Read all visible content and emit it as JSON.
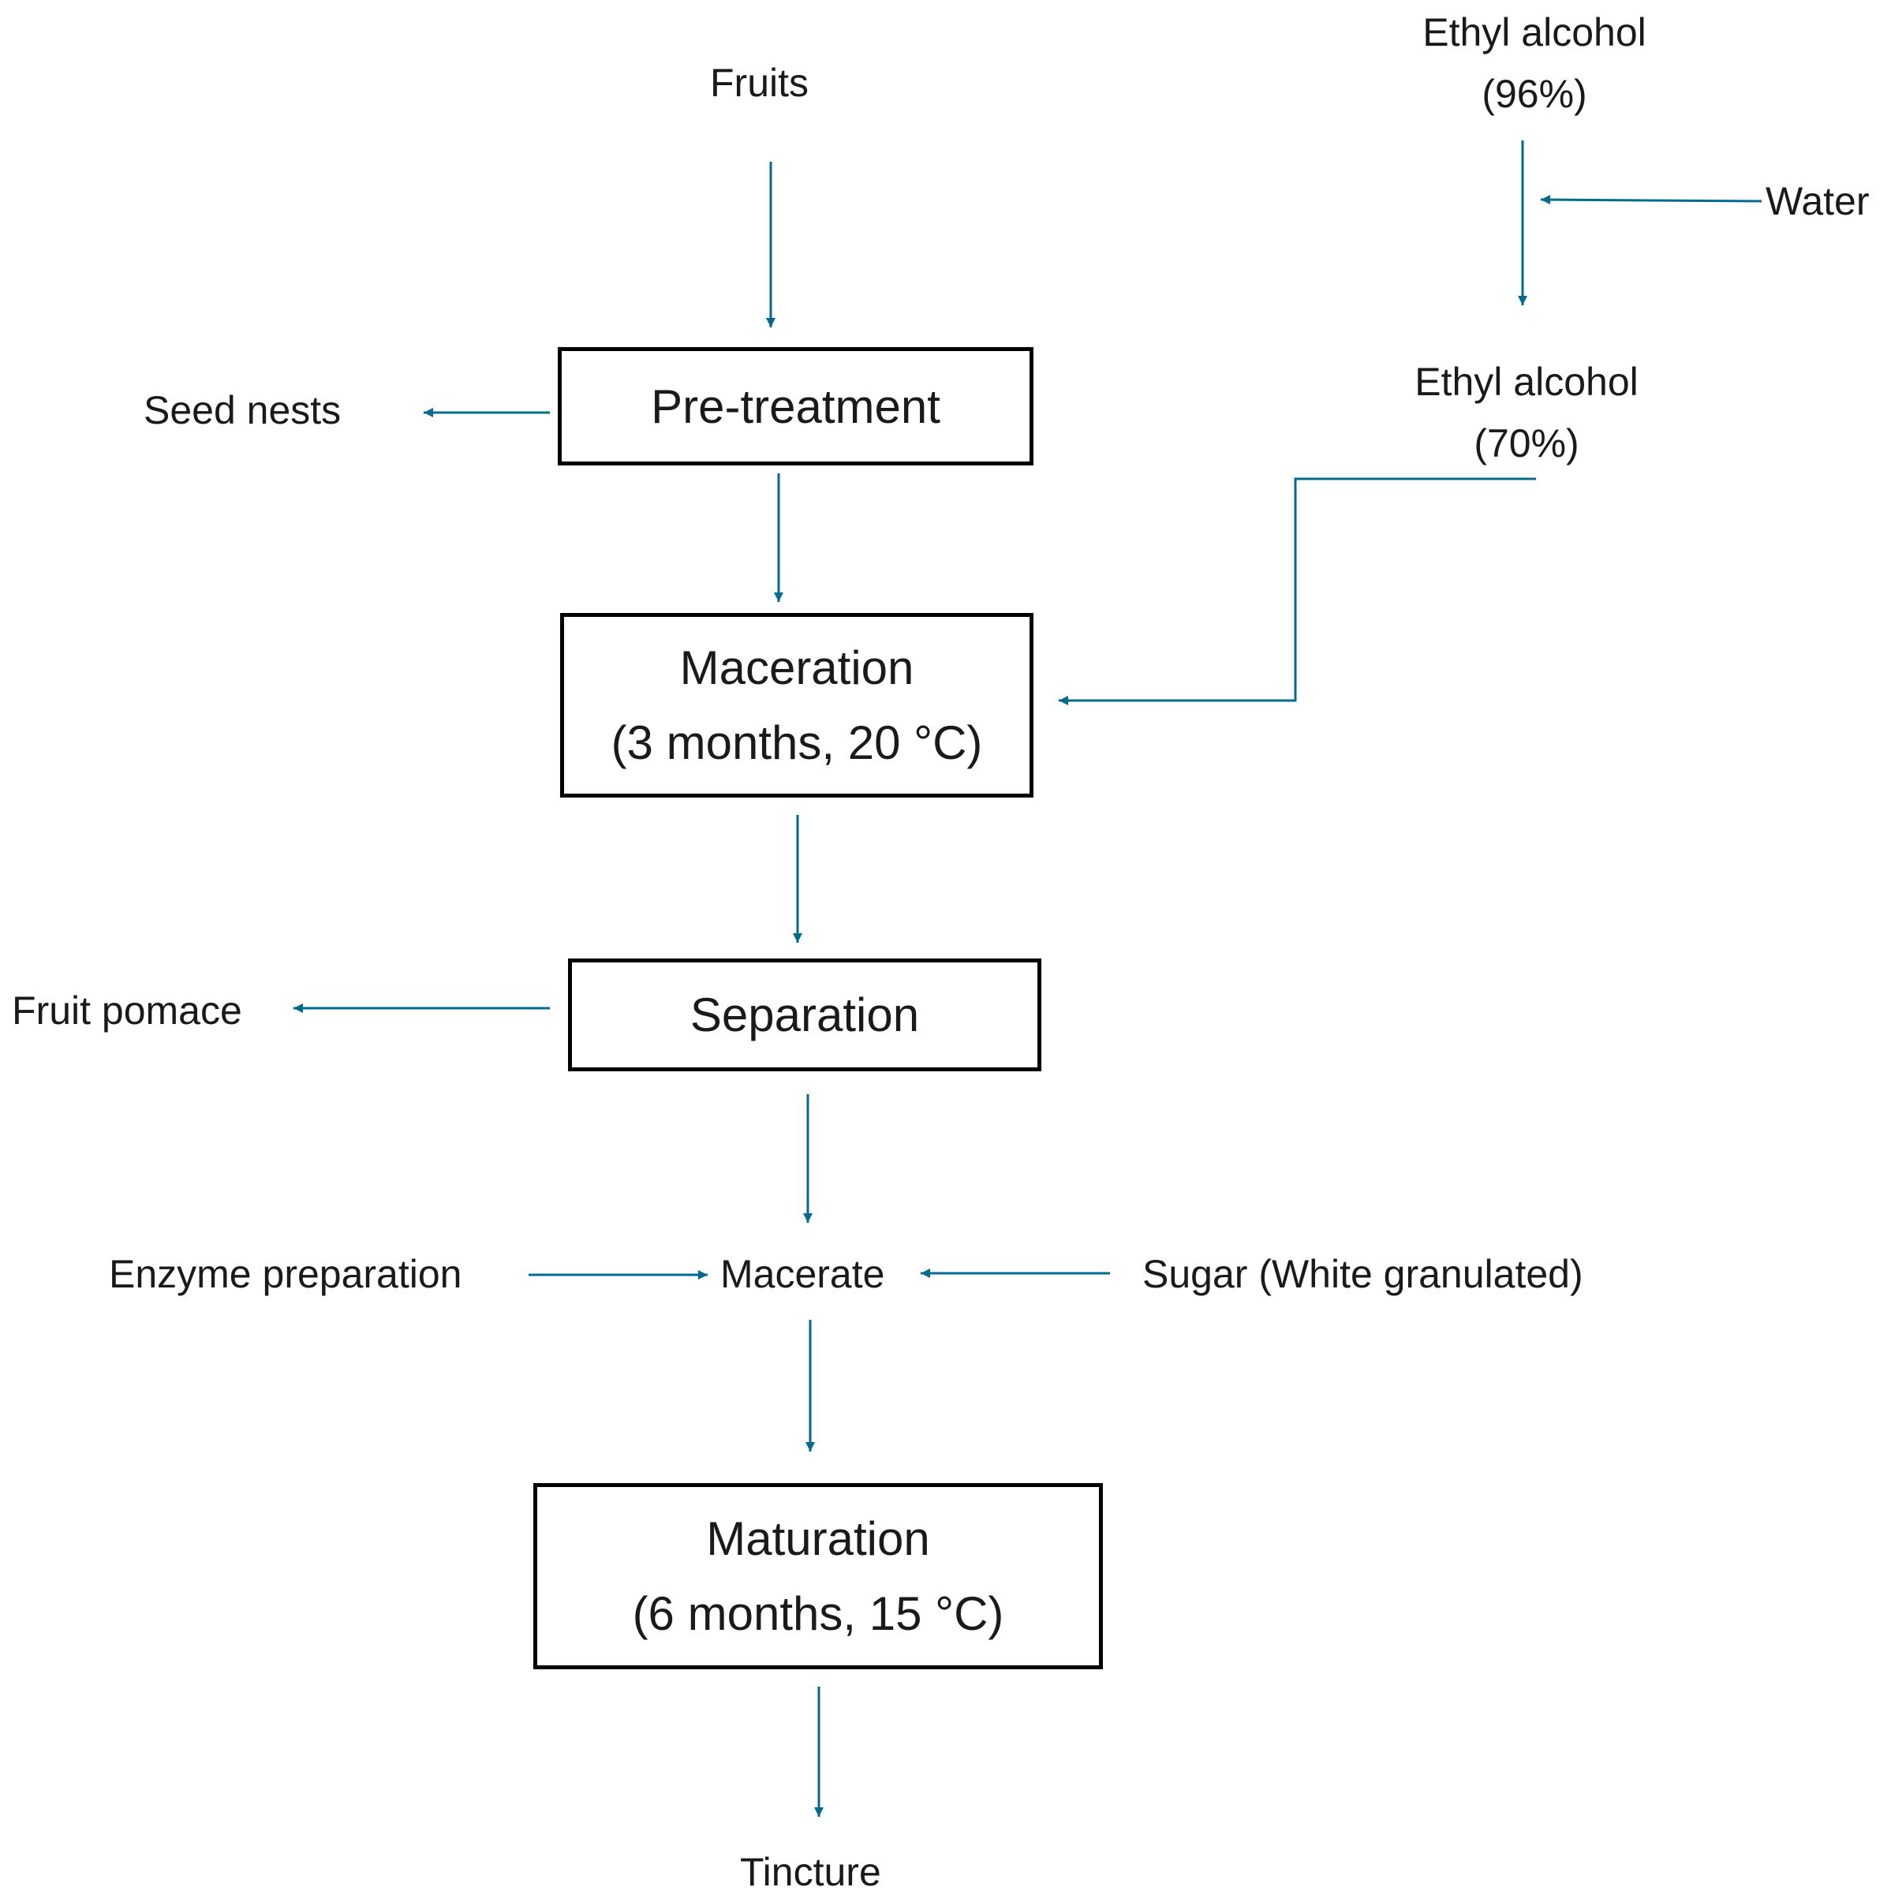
{
  "colors": {
    "arrow": "#006b8f",
    "box_border": "#000000",
    "text": "#1a1a1a"
  },
  "inputs": {
    "fruits": "Fruits",
    "ethanol96_line1": "Ethyl alcohol",
    "ethanol96_line2": "(96%)",
    "water": "Water",
    "ethanol70_line1": "Ethyl alcohol",
    "ethanol70_line2": "(70%)",
    "enzyme": "Enzyme preparation",
    "sugar": "Sugar (White granulated)"
  },
  "outputs": {
    "seed_nests": "Seed nests",
    "fruit_pomace": "Fruit pomace",
    "tincture": "Tincture"
  },
  "intermediate": {
    "macerate": "Macerate"
  },
  "steps": {
    "pretreatment": {
      "label": "Pre-treatment"
    },
    "maceration": {
      "label": "Maceration",
      "condition": "(3 months, 20 °C)"
    },
    "separation": {
      "label": "Separation"
    },
    "maturation": {
      "label": "Maturation",
      "condition": "(6 months, 15 °C)"
    }
  }
}
